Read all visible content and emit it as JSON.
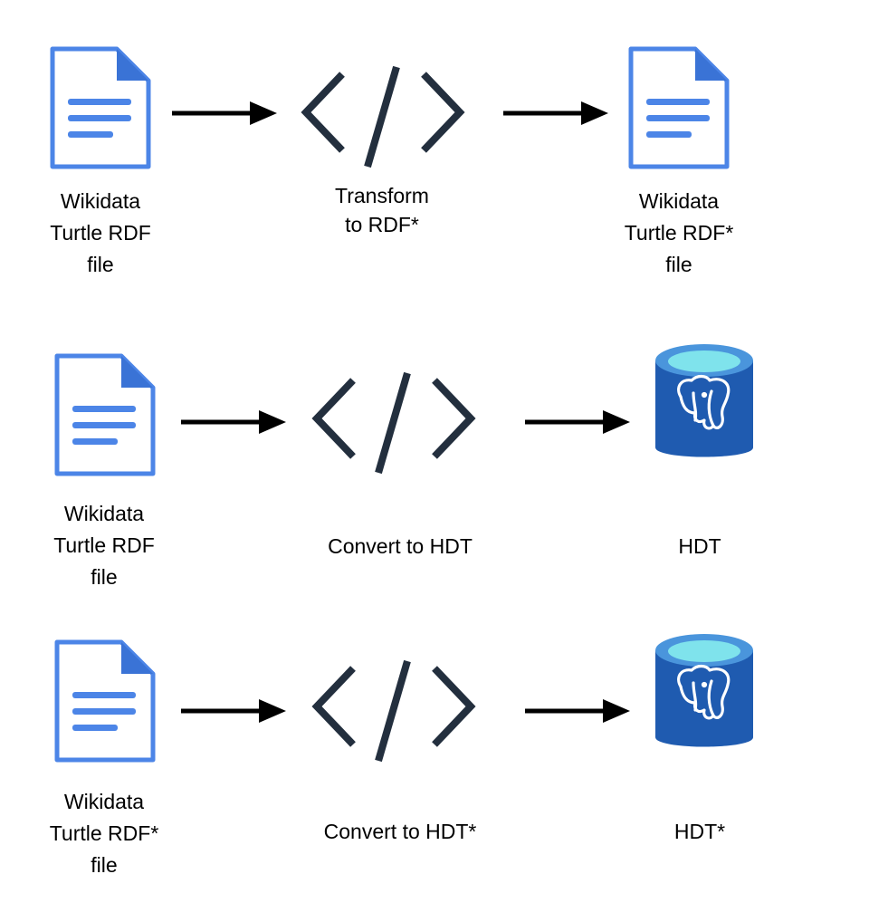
{
  "colors": {
    "file_fill": "#4C85E7",
    "file_fold": "#3A73D6",
    "file_lines": "#4C85E7",
    "code_stroke": "#232F3E",
    "arrow": "#000000",
    "db_body": "#1F5BB0",
    "db_top_ring": "#4A95DC",
    "db_top_inner": "#7FE3EC",
    "db_elephant": "#ffffff"
  },
  "icons": {
    "file": "document-icon",
    "code": "code-brackets-icon",
    "database": "postgresql-database-icon"
  },
  "row1": {
    "source": [
      "Wikidata",
      "Turtle RDF",
      "file"
    ],
    "process": [
      "Transform",
      "to RDF*"
    ],
    "target": [
      "Wikidata",
      "Turtle RDF*",
      "file"
    ]
  },
  "row2": {
    "source": [
      "Wikidata",
      "Turtle RDF",
      "file"
    ],
    "process": [
      "Convert to HDT"
    ],
    "target": [
      "HDT"
    ]
  },
  "row3": {
    "source": [
      "Wikidata",
      "Turtle RDF*",
      "file"
    ],
    "process": [
      "Convert to HDT*"
    ],
    "target": [
      "HDT*"
    ]
  }
}
